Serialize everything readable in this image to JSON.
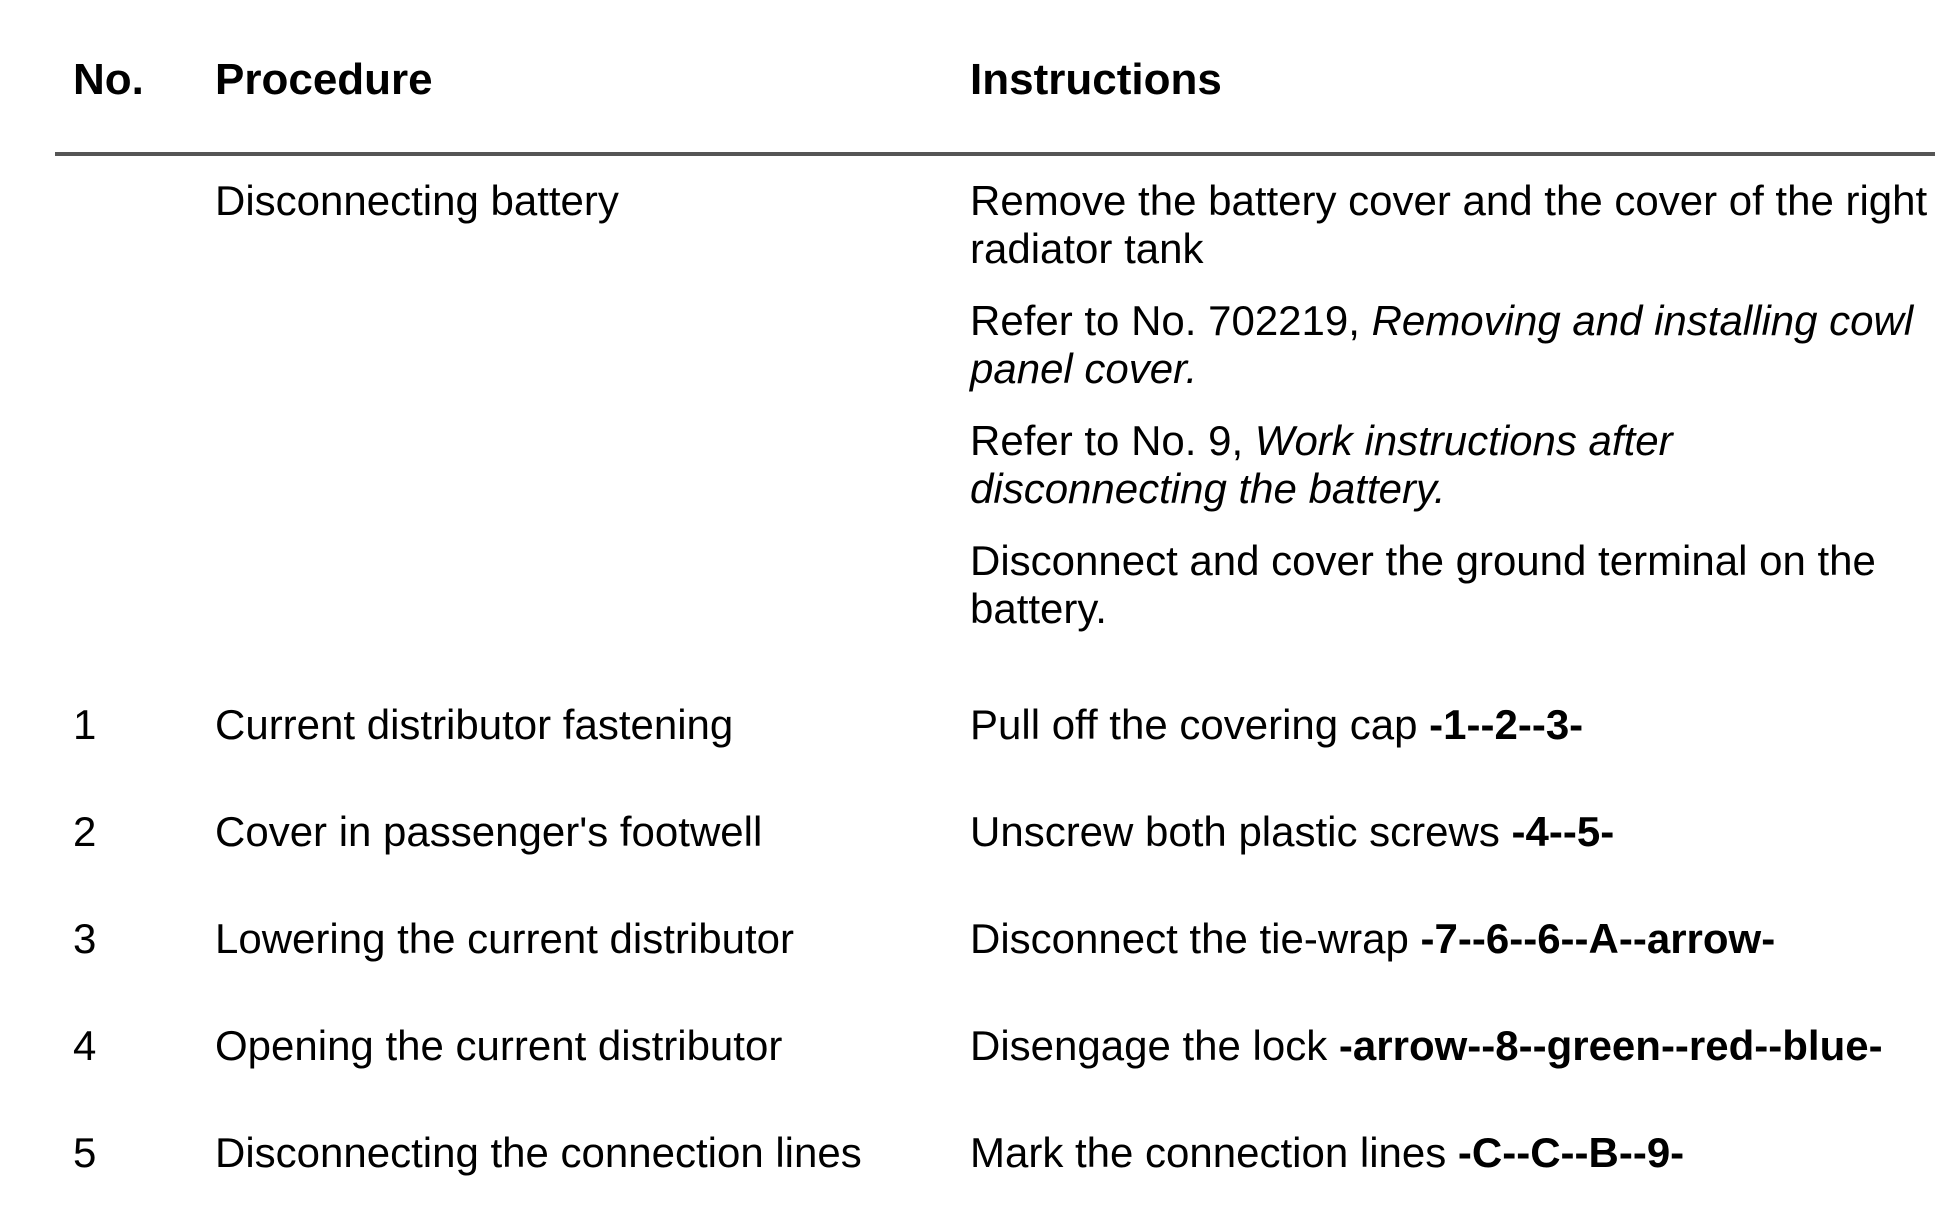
{
  "table": {
    "headers": {
      "no": "No.",
      "procedure": "Procedure",
      "instructions": "Instructions"
    },
    "divider_color": "#555555",
    "intro_row": {
      "no": "",
      "procedure": "Disconnecting battery",
      "paragraphs": [
        {
          "text": "Remove the battery cover and the cover of the right radiator tank",
          "italic": ""
        },
        {
          "text": "Refer to No. 702219, ",
          "italic": "Removing and installing cowl panel cover."
        },
        {
          "text": "Refer to No. 9, ",
          "italic": "Work instructions after disconnecting the battery."
        },
        {
          "text": "Disconnect and cover the ground terminal on the battery.",
          "italic": ""
        }
      ]
    },
    "rows": [
      {
        "no": "1",
        "procedure": "Current distributor fastening",
        "instruction": "Pull off the covering cap ",
        "refs": "-1--2--3-"
      },
      {
        "no": "2",
        "procedure": "Cover in passenger's footwell",
        "instruction": "Unscrew both plastic screws ",
        "refs": "-4--5-"
      },
      {
        "no": "3",
        "procedure": "Lowering the current distributor",
        "instruction": "Disconnect the tie-wrap ",
        "refs": "-7--6--6--A--arrow-"
      },
      {
        "no": "4",
        "procedure": "Opening the current distributor",
        "instruction": "Disengage the lock ",
        "refs": "-arrow--8--green--red--blue-"
      },
      {
        "no": "5",
        "procedure": "Disconnecting the connection lines",
        "instruction": "Mark the connection lines ",
        "refs": "-C--C--B--9-"
      }
    ]
  }
}
